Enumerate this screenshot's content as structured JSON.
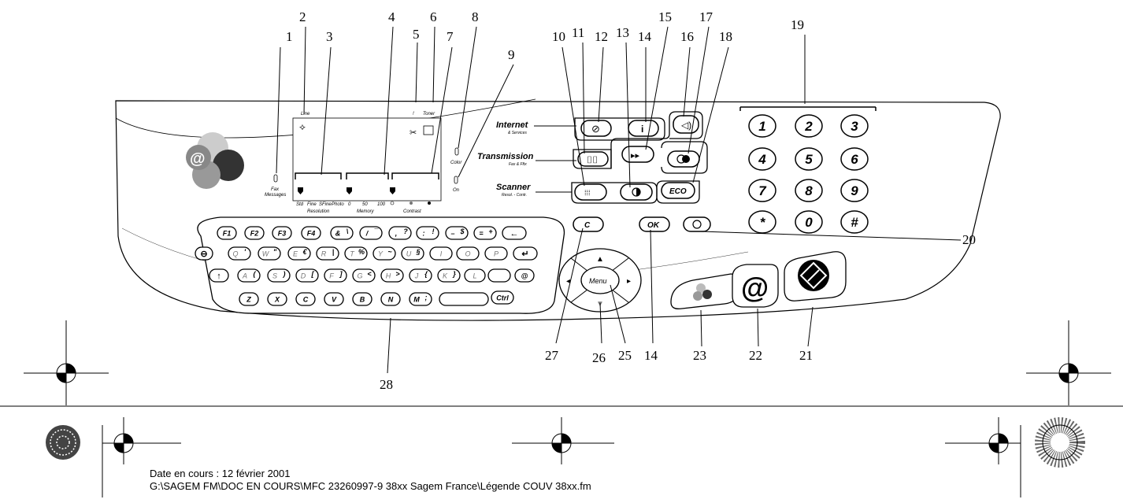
{
  "callouts": {
    "c1": "1",
    "c2": "2",
    "c3": "3",
    "c4": "4",
    "c5": "5",
    "c6": "6",
    "c7": "7",
    "c8": "8",
    "c9": "9",
    "c10": "10",
    "c11": "11",
    "c12": "12",
    "c13": "13",
    "c14": "14",
    "c15": "15",
    "c16": "16",
    "c17": "17",
    "c18": "18",
    "c19": "19",
    "c20": "20",
    "c21": "21",
    "c22": "22",
    "c23": "23",
    "c25": "25",
    "c26": "26",
    "c27": "27",
    "c14b": "14",
    "c28": "28"
  },
  "display": {
    "line": "Line",
    "exclam": "!",
    "toner": "Toner",
    "fax_messages_1": "Fax",
    "fax_messages_2": "Messages",
    "std": "Std",
    "fine": "Fine",
    "sfine": "SFine",
    "photo": "Photo",
    "resolution": "Resolution",
    "m0": "0",
    "m50": "50",
    "m100": "100",
    "memory": "Memory",
    "contrast": "Contrast",
    "color": "Color",
    "on": "On"
  },
  "groups": {
    "internet": "Internet",
    "internet_sub": "& Services",
    "transmission": "Transmission",
    "transmission_sub": "Fax & Fftx",
    "scanner": "Scanner",
    "scanner_sub": "Resol. - Contr."
  },
  "buttons": {
    "eco": "ECO",
    "c": "C",
    "ok": "OK",
    "menu": "Menu"
  },
  "keypad": [
    "1",
    "2",
    "3",
    "4",
    "5",
    "6",
    "7",
    "8",
    "9",
    "*",
    "0",
    "#"
  ],
  "keyboard": {
    "f1": "F1",
    "f2": "F2",
    "f3": "F3",
    "f4": "F4",
    "k_amp": "&",
    "k_amp2": "\\",
    "k_slash": "/",
    "k_slash2": "¯",
    "k_comma": ",",
    "k_comma2": "?",
    "k_colon": ":",
    "k_colon2": "!",
    "k_dash": "–",
    "k_dash2": "$",
    "k_eq": "=",
    "k_eq2": "+",
    "q": "Q",
    "q2": "'",
    "w": "W",
    "w2": "\"",
    "e": "E",
    "e2": "€",
    "r": "R",
    "r2": "|",
    "t": "T",
    "t2": "%",
    "y": "Y",
    "y2": "~",
    "u": "U",
    "u2": "§",
    "i": "I",
    "o": "O",
    "p": "P",
    "a": "A",
    "a2": "(",
    "s": "S",
    "s2": ")",
    "d": "D",
    "d2": "[",
    "f": "F",
    "f2b": "]",
    "g": "G",
    "g2": "<",
    "h": "H",
    "h2": ">",
    "j": "J",
    "j2": "{",
    "k": "K",
    "k2": "}",
    "l": "L",
    "at": "@",
    "z": "Z",
    "x": "X",
    "cc": "C",
    "v": "V",
    "b": "B",
    "n": "N",
    "m": "M",
    "m2": ";",
    "ctrl": "Ctrl"
  },
  "footer": {
    "date": "Date en cours : 12 février 2001",
    "path": "G:\\SAGEM FM\\DOC EN COURS\\MFC 23260997-9 38xx Sagem France\\Légende COUV 38xx.fm"
  }
}
